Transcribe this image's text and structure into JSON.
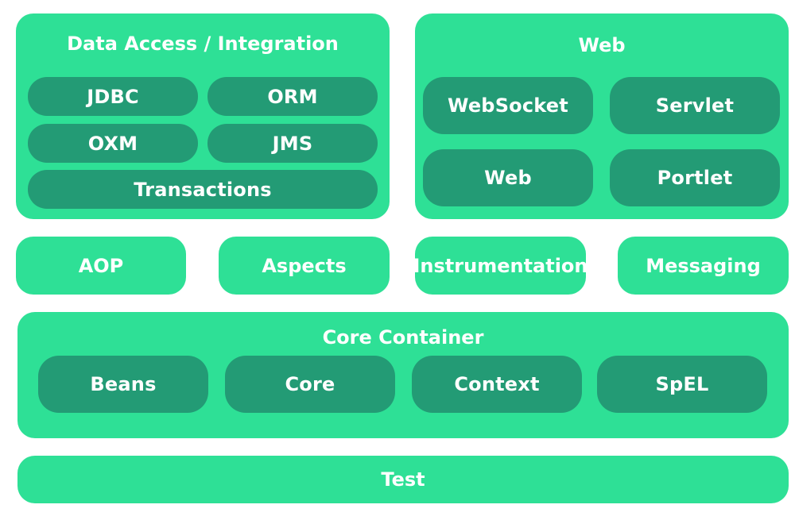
{
  "data_access": {
    "title": "Data Access / Integration",
    "items": [
      "JDBC",
      "ORM",
      "OXM",
      "JMS",
      "Transactions"
    ]
  },
  "web": {
    "title": "Web",
    "items": [
      "WebSocket",
      "Servlet",
      "Web",
      "Portlet"
    ]
  },
  "middle": {
    "items": [
      "AOP",
      "Aspects",
      "Instrumentation",
      "Messaging"
    ]
  },
  "core_container": {
    "title": "Core Container",
    "items": [
      "Beans",
      "Core",
      "Context",
      "SpEL"
    ]
  },
  "test": {
    "label": "Test"
  },
  "colors": {
    "light_green": "#2ee096",
    "dark_green": "#239b75",
    "text": "#ffffff"
  }
}
